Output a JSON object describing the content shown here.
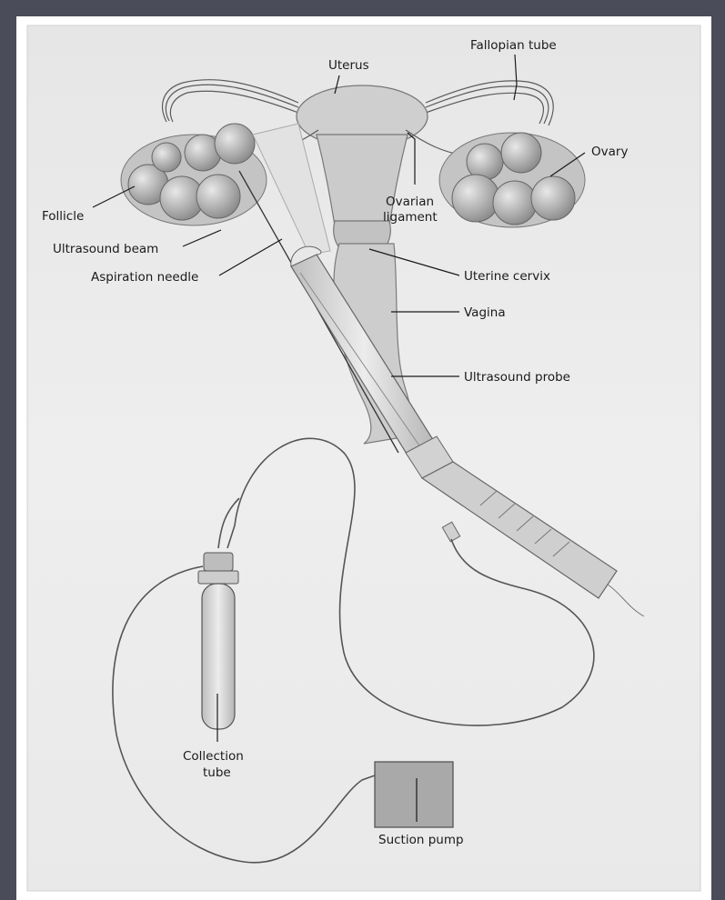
{
  "labels": {
    "fallopian_tube": "Fallopian tube",
    "uterus": "Uterus",
    "ovary": "Ovary",
    "follicle": "Follicle",
    "ovarian_ligament_line1": "Ovarian",
    "ovarian_ligament_line2": "ligament",
    "ultrasound_beam": "Ultrasound beam",
    "aspiration_needle": "Aspiration needle",
    "uterine_cervix": "Uterine cervix",
    "vagina": "Vagina",
    "ultrasound_probe": "Ultrasound probe",
    "collection_tube_line1": "Collection",
    "collection_tube_line2": "tube",
    "suction_pump": "Suction pump"
  },
  "colors": {
    "outer_background": "#4a4c5a",
    "panel_background": "#ffffff",
    "illustration_background": "#ececec",
    "tissue": "#c9c9c9",
    "follicle": "#b5b5b5",
    "instrument": "#d6d6d6",
    "pump": "#a9a9a9",
    "line": "#1a1a1a"
  }
}
